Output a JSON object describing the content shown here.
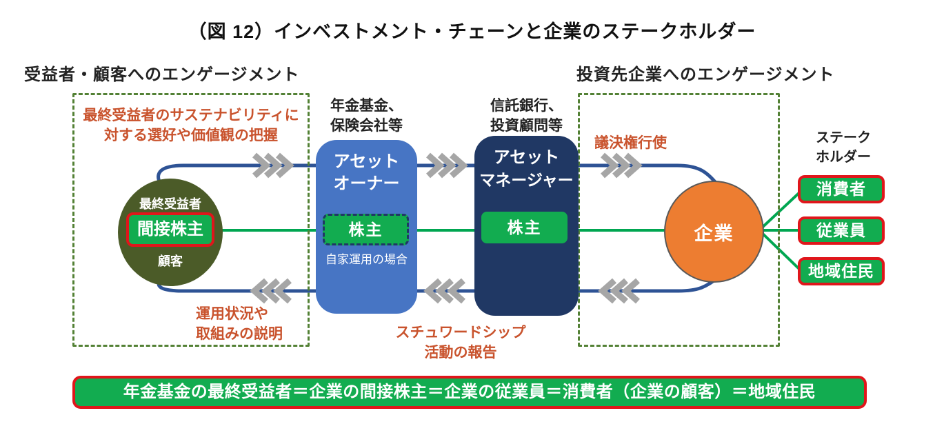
{
  "title": "（図 12）インベストメント・チェーンと企業のステークホルダー",
  "headings": {
    "left": "受益者・顧客へのエンゲージメント",
    "right": "投資先企業へのエンゲージメント",
    "stakeholder_line1": "ステーク",
    "stakeholder_line2": "ホルダー"
  },
  "beneficiary_circle": {
    "top": "最終受益者",
    "badge": "間接株主",
    "bottom": "顧客"
  },
  "asset_owner": {
    "above_line1": "年金基金、",
    "above_line2": "保険会社等",
    "name_line1": "アセット",
    "name_line2": "オーナー",
    "shareholder": "株主",
    "note": "自家運用の場合"
  },
  "asset_manager": {
    "above_line1": "信託銀行、",
    "above_line2": "投資顧問等",
    "name_line1": "アセット",
    "name_line2": "マネージャー",
    "shareholder": "株主"
  },
  "company": "企業",
  "stakeholders": [
    "消費者",
    "従業員",
    "地域住民"
  ],
  "annotations": {
    "preference_line1": "最終受益者のサステナビリティに",
    "preference_line2": "対する選好や価値観の把握",
    "voting": "議決権行使",
    "report_line1": "運用状況や",
    "report_line2": "取組みの説明",
    "stewardship_line1": "スチュワードシップ",
    "stewardship_line2": "活動の報告"
  },
  "banner": "年金基金の最終受益者＝企業の間接株主＝企業の従業員＝消費者（企業の顧客）＝地域住民",
  "colors": {
    "flow_line_navy": "#2e5395",
    "chain_green": "#00a651",
    "badge_green": "#12ac50",
    "asset_owner_blue": "#4775c4",
    "asset_manager_navy": "#203864",
    "beneficiary_olive": "#4b5b28",
    "company_orange": "#ed7d31",
    "red_border": "#e0161b",
    "annotation_red": "#c9532d",
    "zone_dash_green": "#538135",
    "chevron_gray": "#a6a6a6"
  }
}
